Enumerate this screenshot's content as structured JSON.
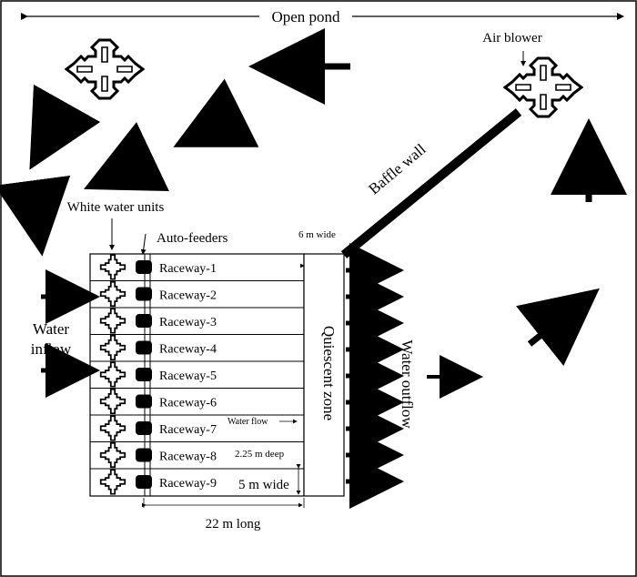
{
  "labels": {
    "open_pond": "Open pond",
    "air_blower": "Air blower",
    "baffle_wall": "Baffle wall",
    "white_water_units": "White water units",
    "auto_feeders": "Auto-feeders",
    "six_m_wide": "6 m wide",
    "water_inflow_line1": "Water",
    "water_inflow_line2": "inflow",
    "quiescent_zone": "Quiescent zone",
    "water_outflow": "Water outflow",
    "water_flow": "Water flow",
    "depth": "2.25 m deep",
    "width": "5 m wide",
    "length": "22 m long"
  },
  "raceways": [
    "Raceway-1",
    "Raceway-2",
    "Raceway-3",
    "Raceway-4",
    "Raceway-5",
    "Raceway-6",
    "Raceway-7",
    "Raceway-8",
    "Raceway-9"
  ]
}
